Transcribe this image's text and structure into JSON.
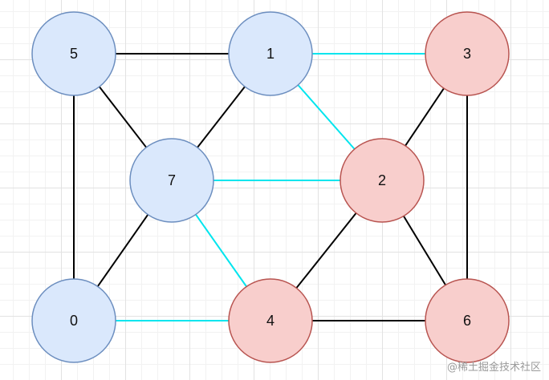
{
  "colors": {
    "blue_fill": "#dae8fc",
    "blue_stroke": "#6c8ebf",
    "red_fill": "#f8cecc",
    "red_stroke": "#b85450",
    "edge_black": "#000000",
    "edge_cyan": "#00e5ee"
  },
  "nodes": [
    {
      "id": "5",
      "label": "5",
      "group": "blue"
    },
    {
      "id": "1",
      "label": "1",
      "group": "blue"
    },
    {
      "id": "3",
      "label": "3",
      "group": "red"
    },
    {
      "id": "7",
      "label": "7",
      "group": "blue"
    },
    {
      "id": "2",
      "label": "2",
      "group": "red"
    },
    {
      "id": "0",
      "label": "0",
      "group": "blue"
    },
    {
      "id": "4",
      "label": "4",
      "group": "red"
    },
    {
      "id": "6",
      "label": "6",
      "group": "red"
    }
  ],
  "edges": [
    {
      "from": "5",
      "to": "1",
      "color": "black"
    },
    {
      "from": "5",
      "to": "7",
      "color": "black"
    },
    {
      "from": "5",
      "to": "0",
      "color": "black"
    },
    {
      "from": "1",
      "to": "7",
      "color": "black"
    },
    {
      "from": "1",
      "to": "3",
      "color": "cyan"
    },
    {
      "from": "1",
      "to": "2",
      "color": "cyan"
    },
    {
      "from": "3",
      "to": "2",
      "color": "black"
    },
    {
      "from": "3",
      "to": "6",
      "color": "black"
    },
    {
      "from": "7",
      "to": "2",
      "color": "cyan"
    },
    {
      "from": "7",
      "to": "0",
      "color": "black"
    },
    {
      "from": "7",
      "to": "4",
      "color": "cyan"
    },
    {
      "from": "2",
      "to": "4",
      "color": "black"
    },
    {
      "from": "2",
      "to": "6",
      "color": "black"
    },
    {
      "from": "0",
      "to": "4",
      "color": "cyan"
    },
    {
      "from": "4",
      "to": "6",
      "color": "black"
    }
  ],
  "watermark": "@稀土掘金技术社区"
}
